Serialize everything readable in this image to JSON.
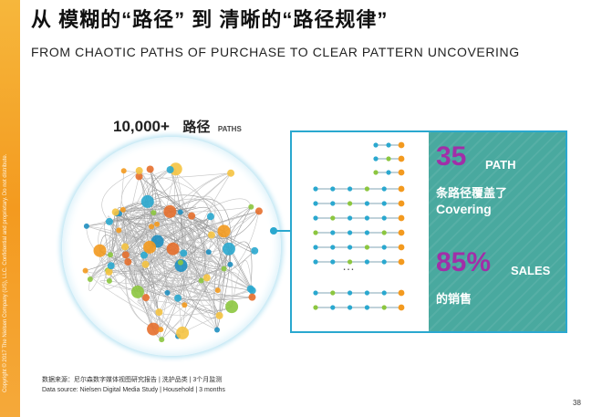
{
  "slide": {
    "title": "从 模糊的“路径”  到 清晰的“路径规律”",
    "subtitle": "FROM CHAOTIC PATHS OF PURCHASE TO CLEAR PATTERN UNCOVERING",
    "side_copy": "Copyright © 2017 The Nielsen Company (US), LLC. Confidential and proprietary. Do not distribute.",
    "page_number": "38"
  },
  "chaos": {
    "count": "10,000+",
    "label_cn": "路径",
    "label_en": "PATHS"
  },
  "paths_box": {
    "ellipsis": "…"
  },
  "stats": {
    "path_count": "35",
    "path_label_en": "PATH",
    "path_label_cn": "条路径覆盖了",
    "covering": "Covering",
    "sales_pct": "85%",
    "sales_label_en": "SALES",
    "sales_label_cn": "的销售",
    "colors": {
      "teal": "#49a99f",
      "magenta": "#a12fa8",
      "frame": "#2aa8cf"
    }
  },
  "source": {
    "line_cn": "数据来源：尼尔森数字媒体视图研究报告 | 洗护品类 | 3个月监测",
    "line_en": "Data source: Nielsen Digital Media Study | Household | 3 months"
  }
}
